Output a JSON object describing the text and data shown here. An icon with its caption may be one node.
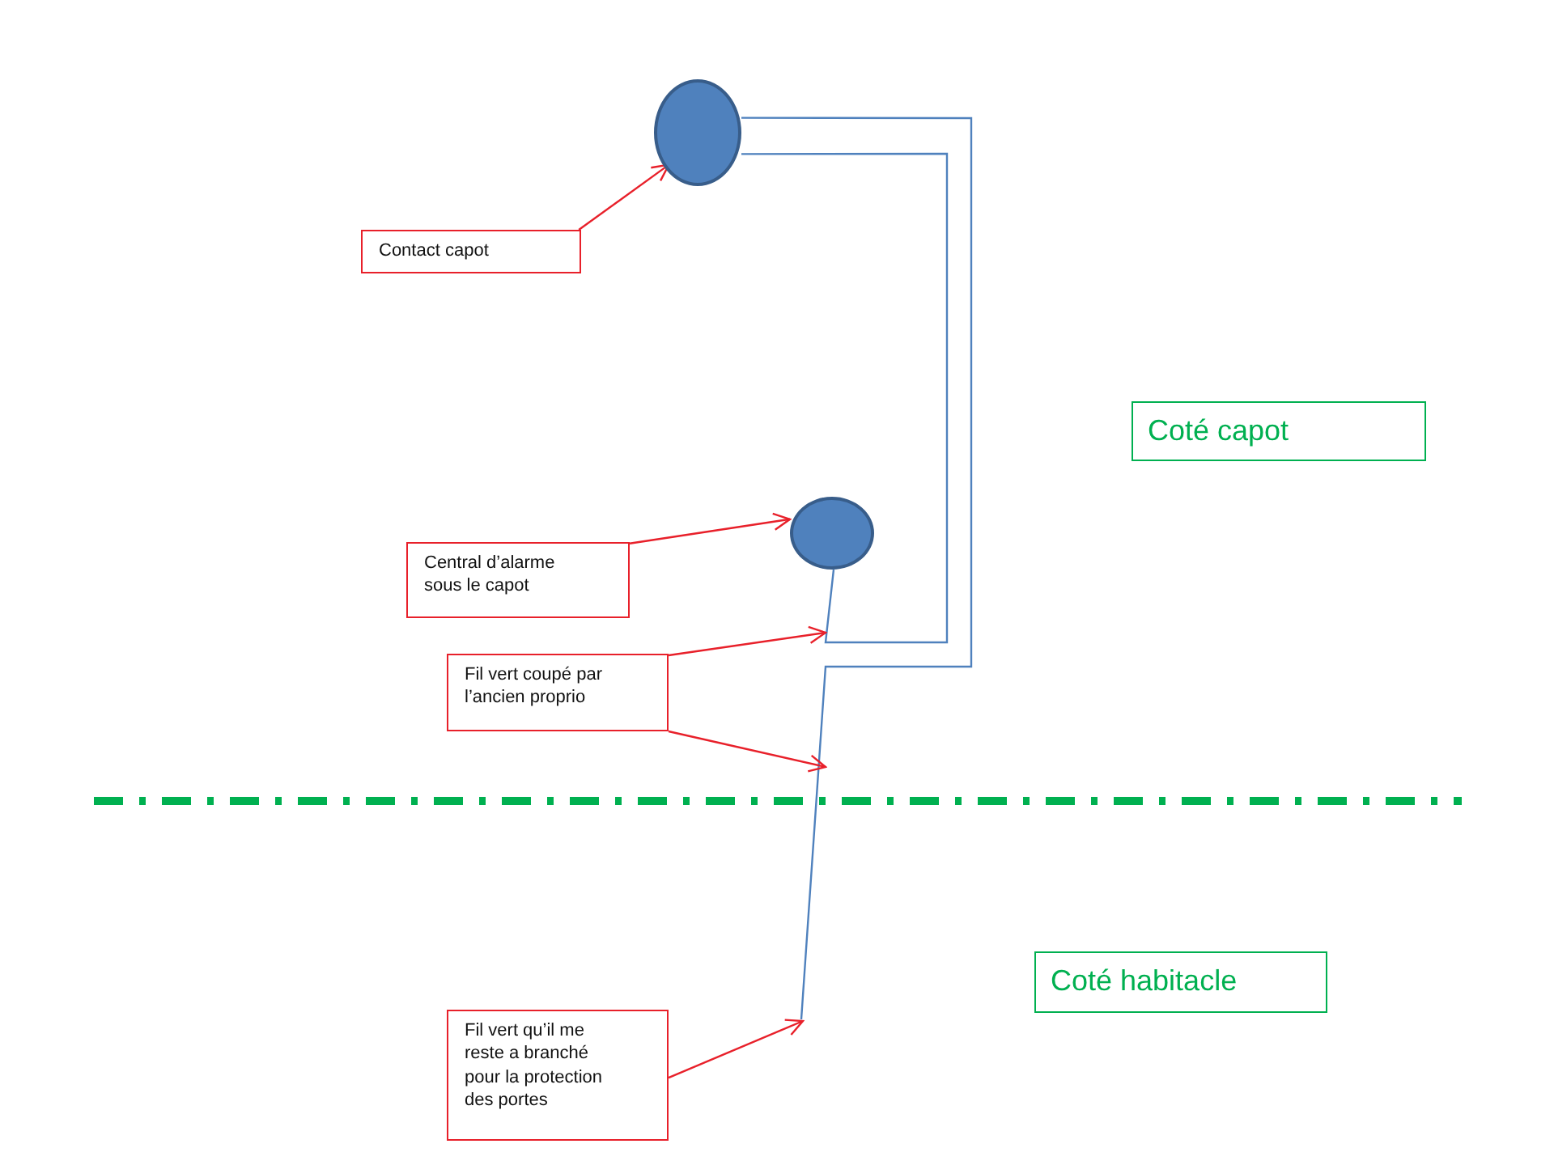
{
  "diagram": {
    "nodes": [
      {
        "text": [],
        "shape": "circle"
      },
      {
        "text": [],
        "shape": "circle"
      },
      {
        "text": [
          "Contact capot"
        ]
      },
      {
        "text": [
          "Central d’alarme sous le capot"
        ]
      },
      {
        "text": [
          "Fil vert coupé par l’ancien proprio"
        ]
      },
      {
        "text": [
          "Fil vert qu’il me reste a branché pour la protection des portes"
        ]
      },
      {
        "text": [
          "Coté capot"
        ]
      },
      {
        "text": [
          "Coté habitacle"
        ]
      }
    ],
    "edges": [
      {
        "from": 0,
        "to": 1,
        "arrow": "none",
        "color": "#4f81bd"
      },
      {
        "from": 0,
        "to": null,
        "arrow": "none",
        "color": "#4f81bd"
      },
      {
        "from": 2,
        "to": 0,
        "arrow": "to"
      },
      {
        "from": 3,
        "to": 1,
        "arrow": "to"
      },
      {
        "from": 4,
        "to": null,
        "arrow": "to"
      },
      {
        "from": 4,
        "to": null,
        "arrow": "to"
      },
      {
        "from": 5,
        "to": null,
        "arrow": "to"
      }
    ]
  }
}
